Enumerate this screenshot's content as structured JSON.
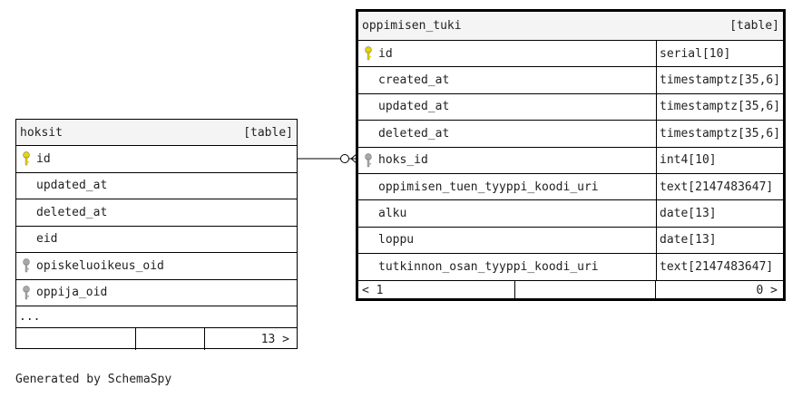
{
  "hoksit": {
    "name": "hoksit",
    "tag": "[table]",
    "columns": [
      {
        "name": "id",
        "key": "primary"
      },
      {
        "name": "updated_at",
        "key": "none"
      },
      {
        "name": "deleted_at",
        "key": "none"
      },
      {
        "name": "eid",
        "key": "none"
      },
      {
        "name": "opiskeluoikeus_oid",
        "key": "index"
      },
      {
        "name": "oppija_oid",
        "key": "index"
      }
    ],
    "more": "...",
    "children_count": "13 >"
  },
  "oppimisen_tuki": {
    "name": "oppimisen_tuki",
    "tag": "[table]",
    "columns": [
      {
        "name": "id",
        "type": "serial[10]",
        "key": "primary"
      },
      {
        "name": "created_at",
        "type": "timestamptz[35,6]",
        "key": "none"
      },
      {
        "name": "updated_at",
        "type": "timestamptz[35,6]",
        "key": "none"
      },
      {
        "name": "deleted_at",
        "type": "timestamptz[35,6]",
        "key": "none"
      },
      {
        "name": "hoks_id",
        "type": "int4[10]",
        "key": "foreign"
      },
      {
        "name": "oppimisen_tuen_tyyppi_koodi_uri",
        "type": "text[2147483647]",
        "key": "none"
      },
      {
        "name": "alku",
        "type": "date[13]",
        "key": "none"
      },
      {
        "name": "loppu",
        "type": "date[13]",
        "key": "none"
      },
      {
        "name": "tutkinnon_osan_tyyppi_koodi_uri",
        "type": "text[2147483647]",
        "key": "none"
      }
    ],
    "parents_count": "< 1",
    "children_count": "0 >"
  },
  "colors": {
    "primary_key": "#e8d400",
    "foreign_key": "#a8a8a8"
  },
  "footnote": "Generated by SchemaSpy"
}
